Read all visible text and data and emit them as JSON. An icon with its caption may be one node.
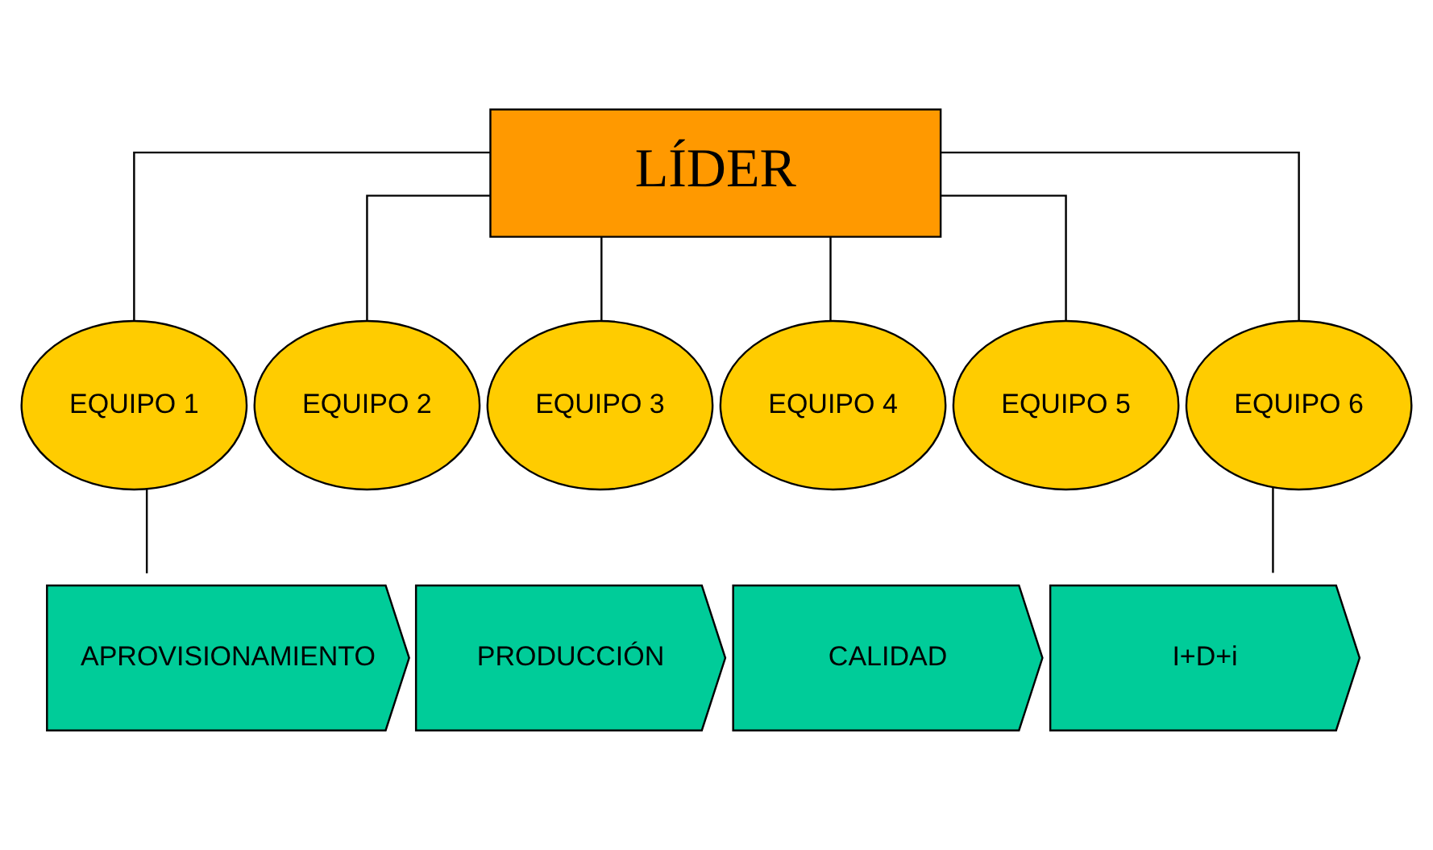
{
  "diagram": {
    "nodes": [
      {
        "text": [
          "LÍDER"
        ]
      },
      {
        "text": [
          "EQUIPO 1"
        ]
      },
      {
        "text": [
          "EQUIPO 2"
        ]
      },
      {
        "text": [
          "EQUIPO 3"
        ]
      },
      {
        "text": [
          "EQUIPO 4"
        ]
      },
      {
        "text": [
          "EQUIPO 5"
        ]
      },
      {
        "text": [
          "EQUIPO 6"
        ]
      },
      {
        "text": [
          "APROVISIONAMIENTO"
        ]
      },
      {
        "text": [
          "PRODUCCIÓN"
        ]
      },
      {
        "text": [
          "CALIDAD"
        ]
      },
      {
        "text": [
          "I+D+i"
        ]
      }
    ],
    "edges": [
      {
        "from": 0,
        "to": 1,
        "arrow": "none"
      },
      {
        "from": 0,
        "to": 2,
        "arrow": "none"
      },
      {
        "from": 0,
        "to": 3,
        "arrow": "none"
      },
      {
        "from": 0,
        "to": 4,
        "arrow": "none"
      },
      {
        "from": 0,
        "to": 5,
        "arrow": "none"
      },
      {
        "from": 0,
        "to": 6,
        "arrow": "none"
      },
      {
        "from": 1,
        "to": 7,
        "arrow": "none"
      },
      {
        "from": 6,
        "to": 10,
        "arrow": "none"
      }
    ]
  }
}
